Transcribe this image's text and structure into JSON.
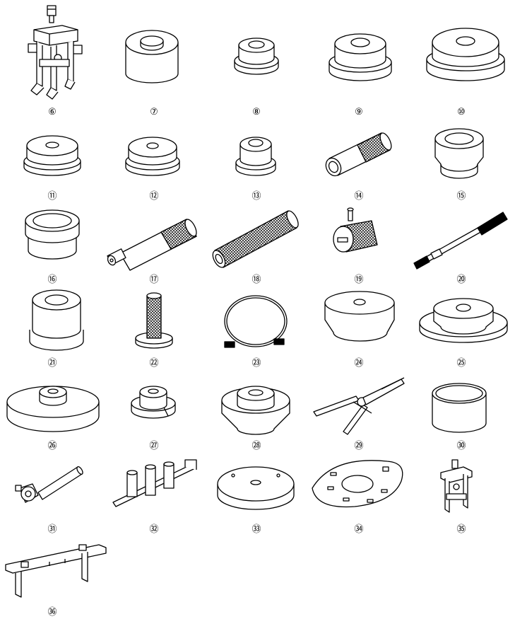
{
  "labels": [
    "⑥",
    "⑦",
    "⑧",
    "⑨",
    "⑩",
    "⑪",
    "⑫",
    "⑬",
    "⑭",
    "⑮",
    "⑯",
    "⑰",
    "⑱",
    "⑲",
    "⑳",
    "㉑",
    "㉒",
    "㉓",
    "㉔",
    "㉕",
    "㉖",
    "㉗",
    "㉘",
    "㉙",
    "㉚",
    "㉛",
    "㉜",
    "㉝",
    "㉞",
    "㉟",
    "㊱"
  ],
  "colors": {
    "ink": "#000000",
    "paper": "#ffffff"
  }
}
